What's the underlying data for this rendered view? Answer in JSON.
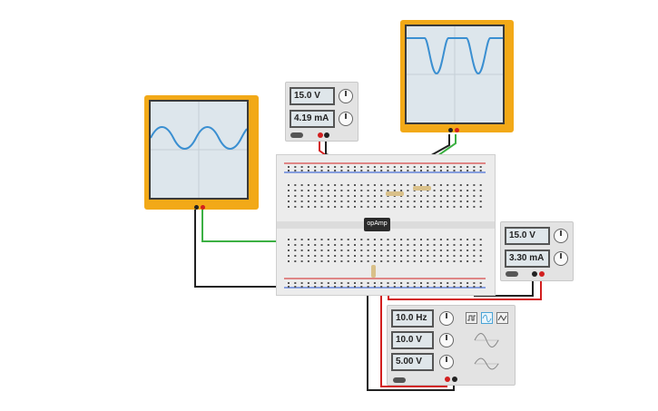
{
  "power_supply_top": {
    "voltage": "15.0 V",
    "current": "4.19 mA"
  },
  "power_supply_right": {
    "voltage": "15.0 V",
    "current": "3.30 mA"
  },
  "function_generator": {
    "frequency": "10.0 Hz",
    "amplitude": "10.0 V",
    "offset": "5.00 V",
    "waveform_selected": "sine"
  },
  "opamp": {
    "label": "opAmp"
  },
  "icons": [
    "square-wave-icon",
    "sine-wave-icon",
    "triangle-wave-icon"
  ],
  "colors": {
    "scope_frame": "#f2a918",
    "wave": "#3a8fd1",
    "wire_red": "#d21f1f",
    "wire_green": "#3cb043",
    "wire_black": "#222222",
    "wire_orange": "#e88a18"
  }
}
